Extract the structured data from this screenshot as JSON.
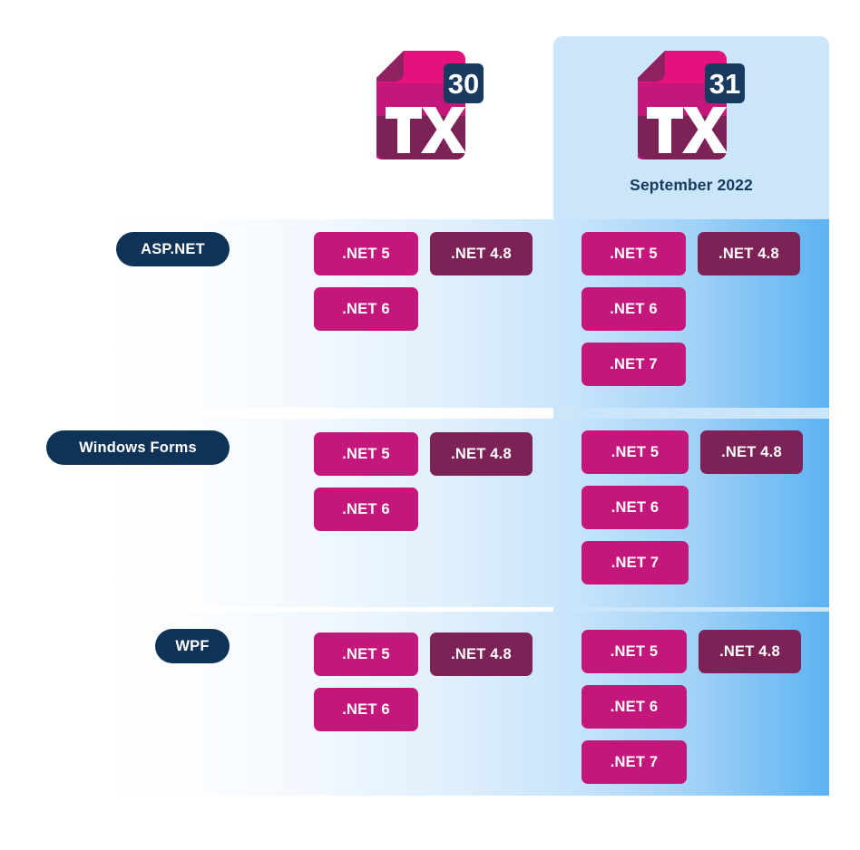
{
  "columns": [
    {
      "id": "col-tx30",
      "logo_number": "30",
      "logo_text": "TX",
      "month_label": "",
      "highlighted": false
    },
    {
      "id": "col-tx31",
      "logo_number": "31",
      "logo_text": "TX",
      "month_label": "September 2022",
      "highlighted": true
    }
  ],
  "rows": [
    {
      "label": "ASP.NET",
      "left": {
        "line1": [
          ".NET 5",
          ".NET 4.8"
        ],
        "line2": [
          ".NET 6"
        ],
        "line3": []
      },
      "right": {
        "line1": [
          ".NET 5",
          ".NET 4.8"
        ],
        "line2": [
          ".NET 6"
        ],
        "line3": [
          ".NET 7"
        ]
      }
    },
    {
      "label": "Windows Forms",
      "left": {
        "line1": [
          ".NET 5",
          ".NET 4.8"
        ],
        "line2": [
          ".NET 6"
        ],
        "line3": []
      },
      "right": {
        "line1": [
          ".NET 5",
          ".NET 4.8"
        ],
        "line2": [
          ".NET 6"
        ],
        "line3": [
          ".NET 7"
        ]
      }
    },
    {
      "label": "WPF",
      "left": {
        "line1": [
          ".NET 5",
          ".NET 4.8"
        ],
        "line2": [
          ".NET 6"
        ],
        "line3": []
      },
      "right": {
        "line1": [
          ".NET 5",
          ".NET 4.8"
        ],
        "line2": [
          ".NET 6"
        ],
        "line3": [
          ".NET 7"
        ]
      }
    }
  ],
  "badge_text": {
    "net5": ".NET 5",
    "net6": ".NET 6",
    "net7": ".NET 7",
    "net48": ".NET 4.8"
  },
  "row_labels": {
    "aspnet": "ASP.NET",
    "winforms": "Windows Forms",
    "wpf": "WPF"
  },
  "header": {
    "left_logo_number": "30",
    "right_logo_number": "31",
    "logo_text": "TX",
    "right_month": "September 2022"
  },
  "colors": {
    "core_badge": "#C4177C",
    "legacy_badge": "#7C2257",
    "pill_navy": "#0F3257",
    "highlight_column": "#CBE5FB",
    "row_gradient_end": "#5CB2F2",
    "logo_pink_light": "#E5127D",
    "logo_pink": "#C4177C",
    "logo_purple": "#7C2257",
    "logo_badge_navy": "#173A5E"
  }
}
